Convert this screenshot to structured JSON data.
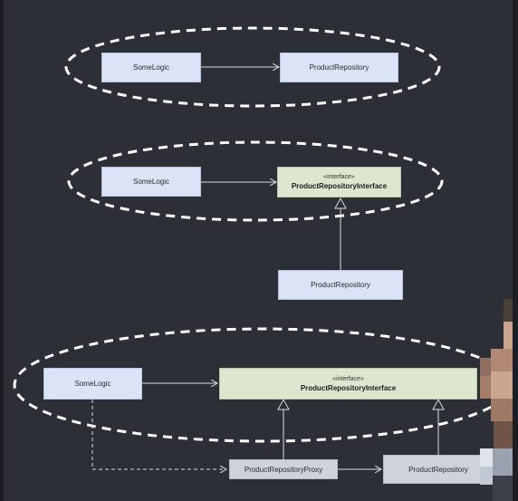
{
  "diagram1": {
    "client_label": "SomeLogic",
    "repo_label": "ProductRepository"
  },
  "diagram2": {
    "client_label": "SomeLogic",
    "interface_stereotype": "«interface»",
    "interface_label": "ProductRepositoryInterface",
    "impl_label": "ProductRepository"
  },
  "diagram3": {
    "client_label": "SomeLogic",
    "interface_stereotype": "«interface»",
    "interface_label": "ProductRepositoryInterface",
    "proxy_label": "ProductRepositoryProxy",
    "impl_label": "ProductRepository"
  },
  "colors": {
    "background": "#2c3036",
    "class_box": "#dbe4f6",
    "interface_box": "#dde6cf",
    "proxy_box": "#cdd2dc",
    "arrow": "#d8dbe2",
    "dashed_group": "#ffffff"
  }
}
